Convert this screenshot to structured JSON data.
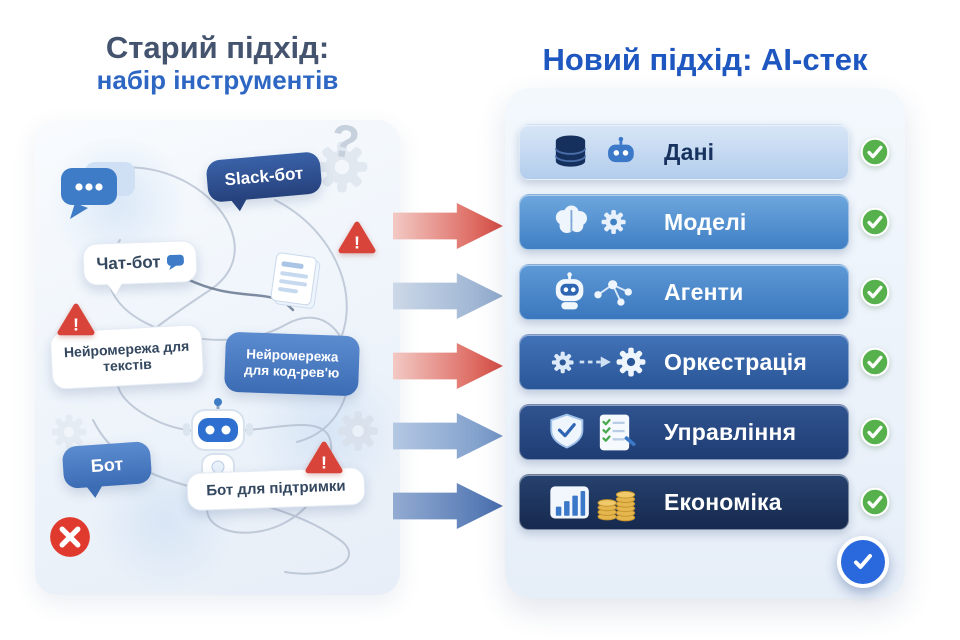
{
  "titles": {
    "old_line1": "Старий підхід:",
    "old_line2": "набір інструментів",
    "new": "Новий підхід: AI-стек"
  },
  "icons": {
    "warning_glyph": "!",
    "question_glyph": "?"
  },
  "old_approach": {
    "bubbles": [
      {
        "id": "slack-bot",
        "label": "Slack-бот"
      },
      {
        "id": "chat-bot",
        "label": "Чат-бот"
      },
      {
        "id": "nn-text",
        "label": "Нейромережа для текстів"
      },
      {
        "id": "nn-code",
        "label": "Нейромережа для код-рев'ю"
      },
      {
        "id": "bot",
        "label": "Бот"
      },
      {
        "id": "support-bot",
        "label": "Бот для підтримки"
      }
    ]
  },
  "new_approach": {
    "layers": [
      {
        "label": "Дані",
        "icon": "database-robot-icon"
      },
      {
        "label": "Моделі",
        "icon": "brain-gear-icon"
      },
      {
        "label": "Агенти",
        "icon": "robot-network-icon"
      },
      {
        "label": "Оркестрація",
        "icon": "gears-flow-icon"
      },
      {
        "label": "Управління",
        "icon": "shield-checklist-icon"
      },
      {
        "label": "Економіка",
        "icon": "chart-coins-icon"
      }
    ]
  },
  "colors": {
    "accent_blue": "#1f57c0",
    "success_green": "#56b04c",
    "error_red": "#d9443a"
  }
}
